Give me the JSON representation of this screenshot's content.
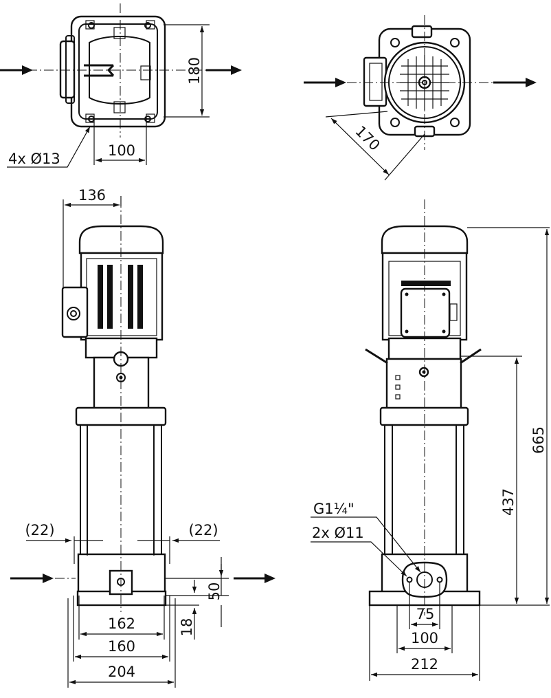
{
  "labels": {
    "top_left_height": "180",
    "top_left_width": "100",
    "top_left_holes": "4x Ø13",
    "top_right_diag": "170",
    "left_motor_offset": "136",
    "left_gap_left": "(22)",
    "left_gap_right": "(22)",
    "left_base_50": "50",
    "left_base_18": "18",
    "left_base_162": "162",
    "left_base_160": "160",
    "left_base_204": "204",
    "right_thread": "G1¼\"",
    "right_flange_holes": "2x Ø11",
    "right_height_437": "437",
    "right_height_665": "665",
    "right_flange_75": "75",
    "right_flange_100": "100",
    "right_base_212": "212"
  }
}
